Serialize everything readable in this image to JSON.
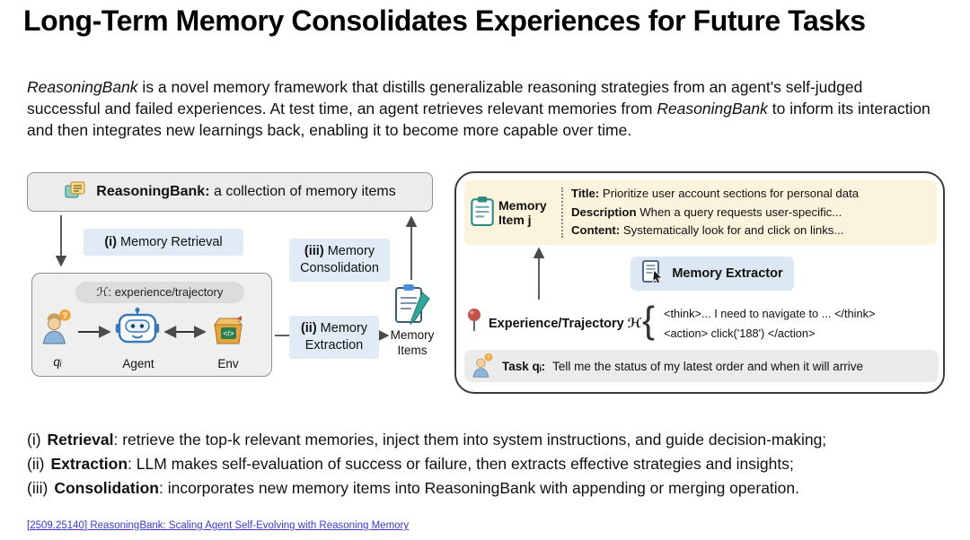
{
  "title": "Long-Term Memory Consolidates Experiences for Future Tasks",
  "intro": {
    "rb1": "ReasoningBank",
    "t1": " is a novel memory framework that distills generalizable reasoning strategies from an agent's self-judged successful and failed experiences. At test time, an agent retrieves relevant memories from ",
    "rb2": "ReasoningBank",
    "t2": " to inform its interaction and then integrates new learnings back, enabling it to become more capable over time."
  },
  "icons": {
    "question_mark": "?",
    "code_tag": "</>"
  },
  "diagram": {
    "bank": {
      "bold": "ReasoningBank:",
      "rest": " a collection of memory items"
    },
    "retrieval_label": {
      "num": "(i)",
      "text": " Memory Retrieval"
    },
    "consolidation_label": {
      "num": "(iii)",
      "text": " Memory Consolidation"
    },
    "extraction_label": {
      "num": "(ii)",
      "text": " Memory Extraction"
    },
    "memory_items_label": "Memory Items",
    "experience": {
      "header": "ℋ: experience/trajectory",
      "q_label": "qᵢ",
      "agent_label": "Agent",
      "env_label": "Env"
    },
    "memory_item": {
      "label": "Memory Item j",
      "rows": [
        {
          "key": "Title:",
          "val": " Prioritize user account sections for personal data"
        },
        {
          "key": "Description",
          "val": " When a query requests user-specific..."
        },
        {
          "key": "Content:",
          "val": " Systematically look for and click on links..."
        }
      ]
    },
    "extractor_label": "Memory Extractor",
    "trajectory": {
      "label": "Experience/Trajectory ℋ",
      "brace": "{",
      "line1": "<think>... I need to navigate to ... </think>",
      "line2": "<action> click('188') </action>"
    },
    "task": {
      "label": "Task qᵢ:",
      "text": " Tell me the status of my latest order and when it will arrive"
    }
  },
  "notes": [
    {
      "num": "(i)",
      "bold": "Retrieval",
      "rest": ": retrieve the top-k relevant memories, inject them into system instructions, and guide decision-making;"
    },
    {
      "num": "(ii)",
      "bold": "Extraction",
      "rest": ": LLM makes self-evaluation of success or failure, then extracts effective strategies and insights;"
    },
    {
      "num": "(iii)",
      "bold": "Consolidation",
      "rest": ": incorporates new memory items into ReasoningBank with appending or merging operation."
    }
  ],
  "footer_link": "[2509.25140] ReasoningBank: Scaling Agent Self-Evolving with Reasoning Memory"
}
